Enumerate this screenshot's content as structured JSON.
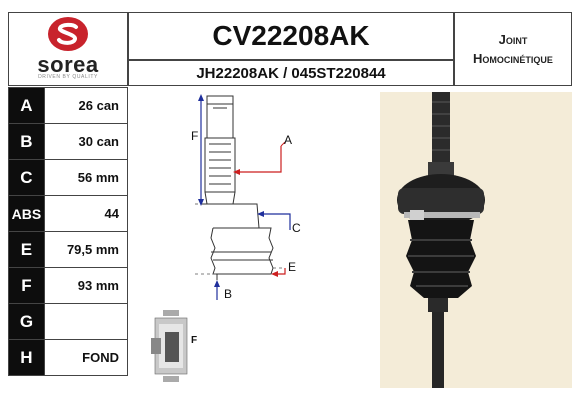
{
  "header": {
    "brand": {
      "name": "sorea",
      "slogan": "DRIVEN BY QUALITY"
    },
    "reference": "CV22208AK",
    "cross_references": "JH22208AK / 045ST220844",
    "product_type_line1": "Joint",
    "product_type_line2": "Homocinétique"
  },
  "specs": [
    {
      "key": "A",
      "value": "26 can"
    },
    {
      "key": "B",
      "value": "30 can"
    },
    {
      "key": "C",
      "value": "56 mm"
    },
    {
      "key": "ABS",
      "value": "44"
    },
    {
      "key": "E",
      "value": "79,5 mm"
    },
    {
      "key": "F",
      "value": "93 mm"
    },
    {
      "key": "G",
      "value": ""
    },
    {
      "key": "H",
      "value": "FOND"
    }
  ],
  "diagram": {
    "labels": {
      "a": "A",
      "b": "B",
      "c": "C",
      "e": "E",
      "f": "F",
      "thumb_f": "F"
    }
  },
  "colors": {
    "arrow_red": "#cc1f1f",
    "arrow_blue": "#1f2f9c",
    "brand_red": "#c8232c"
  }
}
